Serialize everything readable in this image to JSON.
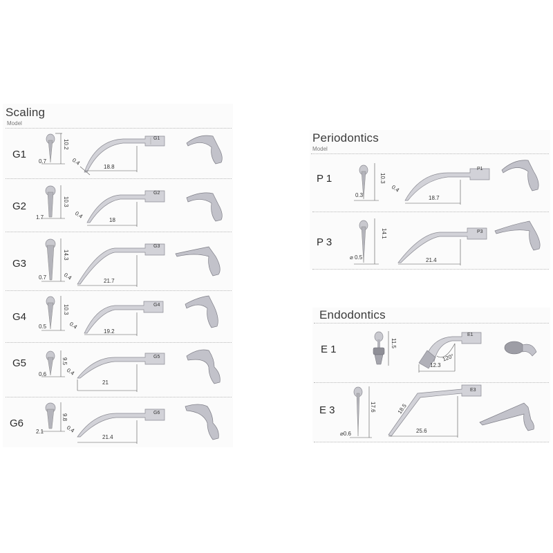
{
  "sections": {
    "scaling": {
      "title": "Scaling",
      "subtitle": "Model",
      "rows": [
        {
          "model": "G1",
          "tip_label": "G1",
          "front_height": "10.2",
          "front_width": "0.7",
          "tip_diameter": "0.4",
          "length": "18.8"
        },
        {
          "model": "G2",
          "tip_label": "G2",
          "front_height": "10.3",
          "front_width": "1.7",
          "tip_diameter": "0.4",
          "length": "18"
        },
        {
          "model": "G3",
          "tip_label": "G3",
          "front_height": "14.3",
          "front_width": "0.7",
          "tip_diameter": "0.4",
          "length": "21.7"
        },
        {
          "model": "G4",
          "tip_label": "G4",
          "front_height": "10.3",
          "front_width": "0.5",
          "tip_diameter": "0.4",
          "length": "19.2"
        },
        {
          "model": "G5",
          "tip_label": "G5",
          "front_height": "9.5",
          "front_width": "0.6",
          "tip_diameter": "0.4",
          "length": "21"
        },
        {
          "model": "G6",
          "tip_label": "G6",
          "front_height": "9.8",
          "front_width": "2.1",
          "tip_diameter": "0.4",
          "length": "21.4"
        }
      ]
    },
    "periodontics": {
      "title": "Periodontics",
      "subtitle": "Model",
      "rows": [
        {
          "model": "P 1",
          "tip_label": "P1",
          "front_height": "10.3",
          "front_width": "0.3",
          "tip_diameter": "0.4",
          "length": "18.7"
        },
        {
          "model": "P 3",
          "tip_label": "P3",
          "front_height": "14.1",
          "front_width": "⌀ 0.5",
          "length": "21.4"
        }
      ]
    },
    "endodontics": {
      "title": "Endodontics",
      "rows": [
        {
          "model": "E 1",
          "tip_label": "E1",
          "front_height": "11.5",
          "angle": "120°",
          "length": "12.3"
        },
        {
          "model": "E 3",
          "tip_label": "E3",
          "front_height": "17.6",
          "front_width": "⌀0.6",
          "diag_length": "18.5",
          "length": "25.6"
        }
      ]
    }
  },
  "colors": {
    "metal_light": "#e4e4e8",
    "metal_mid": "#b9b9c0",
    "metal_dark": "#7d7d86",
    "dim_line": "#555555",
    "separator": "#b8b8b8"
  }
}
